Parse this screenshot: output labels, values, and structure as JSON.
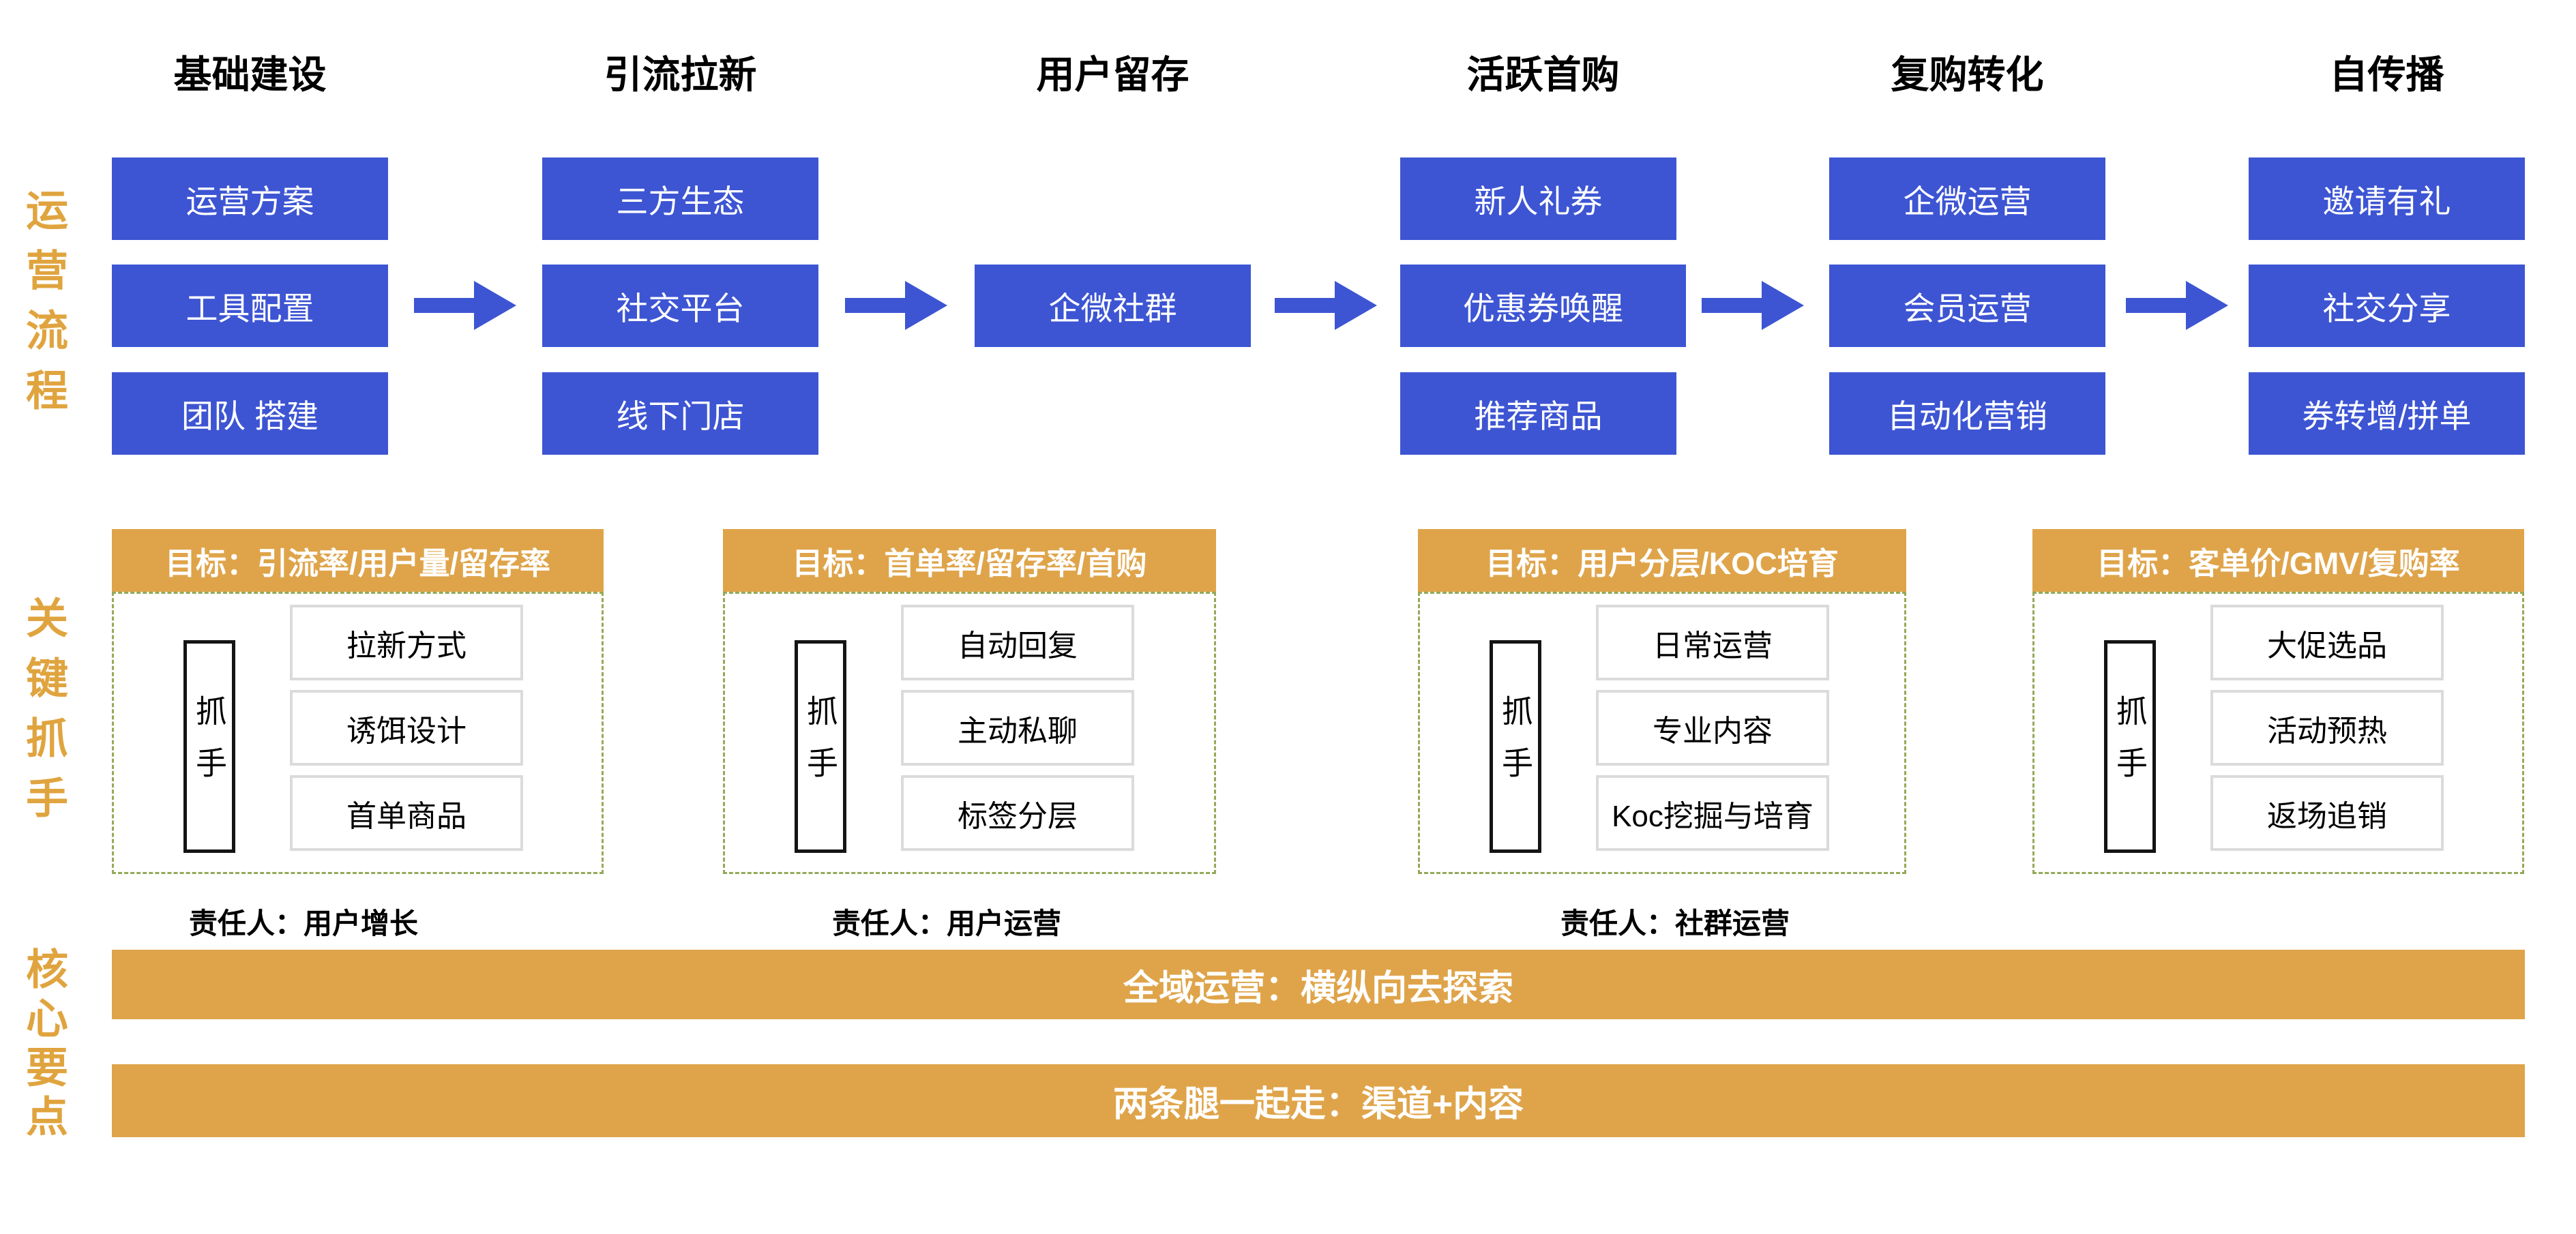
{
  "flow": {
    "label": "运营流程",
    "columns": [
      {
        "header": "基础建设",
        "boxes": [
          "运营方案",
          "工具配置",
          "团队 搭建"
        ]
      },
      {
        "header": "引流拉新",
        "boxes": [
          "三方生态",
          "社交平台",
          "线下门店"
        ]
      },
      {
        "header": "用户留存",
        "boxes": [
          "企微社群"
        ]
      },
      {
        "header": "活跃首购",
        "boxes": [
          "新人礼券",
          "优惠券唤醒",
          "推荐商品"
        ]
      },
      {
        "header": "复购转化",
        "boxes": [
          "企微运营",
          "会员运营",
          "自动化营销"
        ]
      },
      {
        "header": "自传播",
        "boxes": [
          "邀请有礼",
          "社交分享",
          "券转增/拼单"
        ]
      }
    ]
  },
  "levers": {
    "label": "关键抓手",
    "groups": [
      {
        "goal": "目标：引流率/用户量/留存率",
        "handle": "抓手",
        "items": [
          "拉新方式",
          "诱饵设计",
          "首单商品"
        ],
        "owner": "责任人：用户增长"
      },
      {
        "goal": "目标：首单率/留存率/首购",
        "handle": "抓手",
        "items": [
          "自动回复",
          "主动私聊",
          "标签分层"
        ],
        "owner": "责任人：用户运营"
      },
      {
        "goal": "目标：用户分层/KOC培育",
        "handle": "抓手",
        "items": [
          "日常运营",
          "专业内容",
          "Koc挖掘与培育"
        ],
        "owner": "责任人：社群运营"
      },
      {
        "goal": "目标：客单价/GMV/复购率",
        "handle": "抓手",
        "items": [
          "大促选品",
          "活动预热",
          "返场追销"
        ],
        "owner": ""
      }
    ]
  },
  "keypoints": {
    "label": "核心要点",
    "bars": [
      "全域运营：横纵向去探索",
      "两条腿一起走：渠道+内容"
    ]
  },
  "colors": {
    "box_blue": "#3D55D3",
    "bar_gold": "#DFA44A",
    "dash_green": "#94A958",
    "side_label_orange": "#E0A43F"
  }
}
